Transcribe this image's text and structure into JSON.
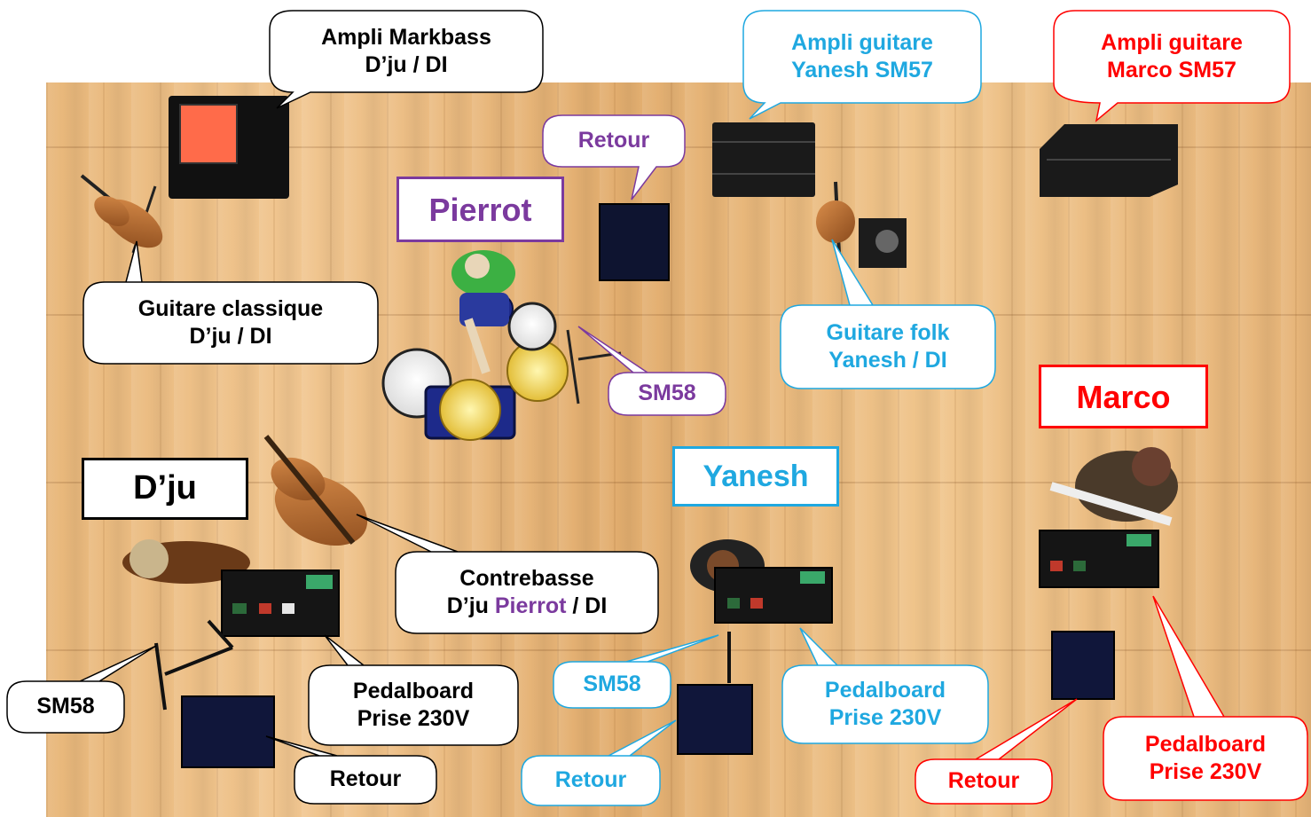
{
  "colors": {
    "black": "#000000",
    "blue": "#1fa8e0",
    "red": "#ff0000",
    "purple": "#7b3a9e"
  },
  "musicians": {
    "pierrot": "Pierrot",
    "dju": "D’ju",
    "yanesh": "Yanesh",
    "marco": "Marco"
  },
  "callouts": {
    "ampli_markbass": {
      "line1": "Ampli Markbass",
      "line2": "D’ju / DI"
    },
    "ampli_yanesh": {
      "line1": "Ampli guitare",
      "line2": "Yanesh SM57"
    },
    "ampli_marco": {
      "line1": "Ampli guitare",
      "line2": "Marco SM57"
    },
    "retour_pierrot": "Retour",
    "guitare_classique": {
      "line1": "Guitare classique",
      "line2": "D’ju / DI"
    },
    "guitare_folk": {
      "line1": "Guitare folk",
      "line2": "Yanesh / DI"
    },
    "sm58_pierrot": "SM58",
    "contrebasse": {
      "line1": "Contrebasse",
      "line2_a": "D’ju ",
      "line2_b": "Pierrot",
      "line2_c": " / DI"
    },
    "sm58_dju": "SM58",
    "pedalboard_dju": {
      "line1": "Pedalboard",
      "line2": "Prise 230V"
    },
    "retour_dju": "Retour",
    "sm58_yanesh": "SM58",
    "pedalboard_yanesh": {
      "line1": "Pedalboard",
      "line2": "Prise 230V"
    },
    "retour_yanesh": "Retour",
    "retour_marco": "Retour",
    "pedalboard_marco": {
      "line1": "Pedalboard",
      "line2": "Prise 230V"
    }
  }
}
